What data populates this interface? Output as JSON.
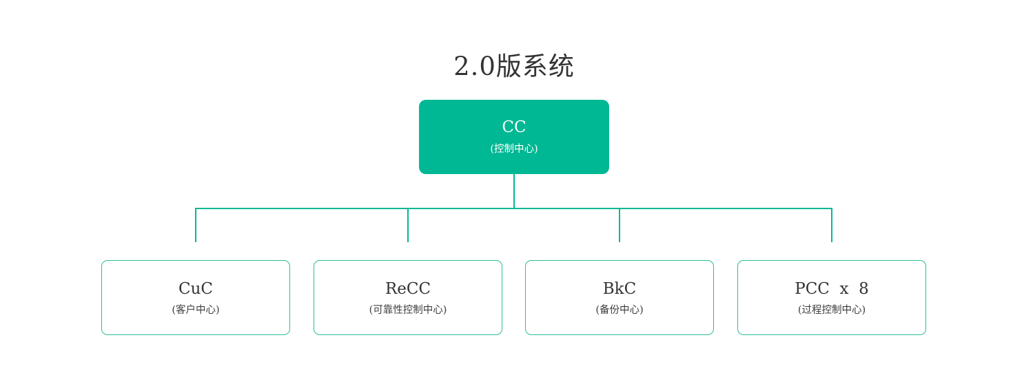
{
  "title": "2.0版系统",
  "colors": {
    "accent": "#00b894",
    "line": "#00b894",
    "node_border": "#2bbe96",
    "text": "#333333",
    "root_text": "#ffffff"
  },
  "tree": {
    "root": {
      "label": "CC",
      "sublabel": "(控制中心)"
    },
    "children": [
      {
        "label": "CuC",
        "sublabel": "(客户中心)"
      },
      {
        "label": "ReCC",
        "sublabel": "(可靠性控制中心)"
      },
      {
        "label": "BkC",
        "sublabel": "(备份中心)"
      },
      {
        "label": "PCC  x  8",
        "sublabel": "(过程控制中心)"
      }
    ]
  }
}
